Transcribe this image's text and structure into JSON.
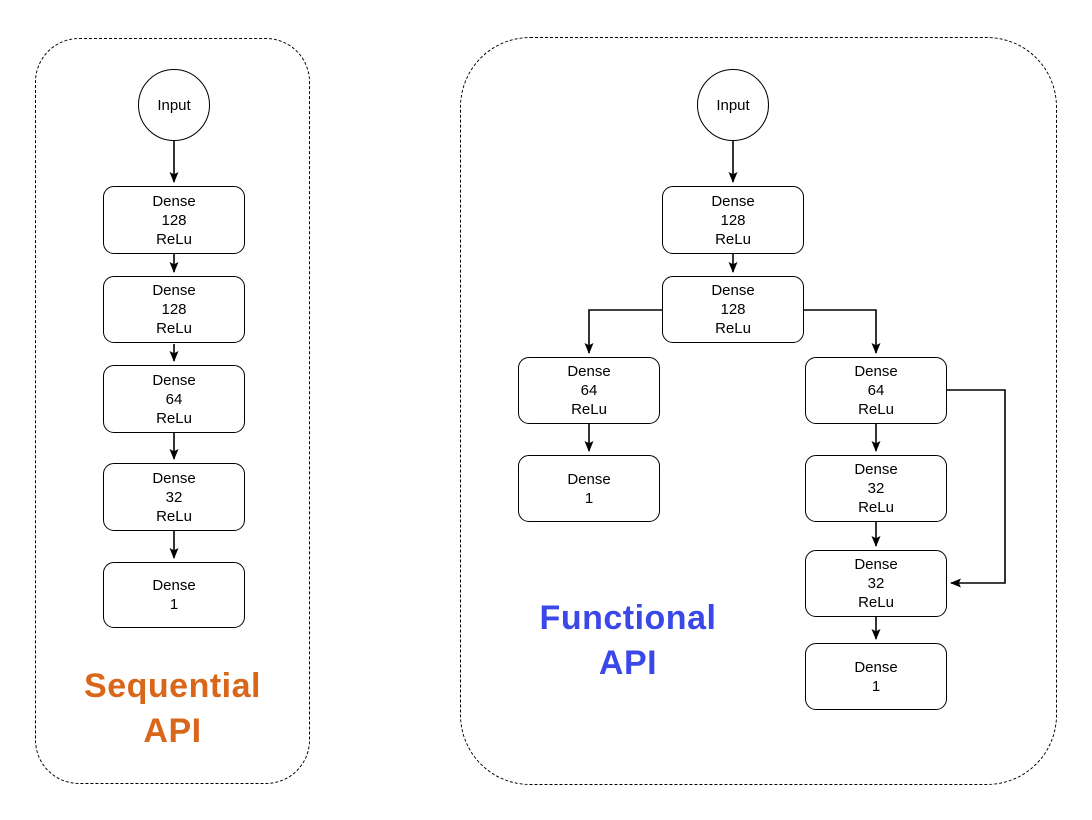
{
  "colors": {
    "line": "#000000",
    "node_border": "#000000",
    "node_background": "#ffffff",
    "sequential_title": "#D9671B",
    "functional_title": "#3B48E8"
  },
  "sequential": {
    "title_line1": "Sequential",
    "title_line2": "API",
    "title_color": "#D9671B",
    "nodes": {
      "input": "Input",
      "dense_128_a": [
        "Dense",
        "128",
        "ReLu"
      ],
      "dense_128_b": [
        "Dense",
        "128",
        "ReLu"
      ],
      "dense_64": [
        "Dense",
        "64",
        "ReLu"
      ],
      "dense_32": [
        "Dense",
        "32",
        "ReLu"
      ],
      "dense_1": [
        "Dense",
        "1"
      ]
    },
    "edges": [
      {
        "from": "input",
        "to": "dense_128_a"
      },
      {
        "from": "dense_128_a",
        "to": "dense_128_b"
      },
      {
        "from": "dense_128_b",
        "to": "dense_64"
      },
      {
        "from": "dense_64",
        "to": "dense_32"
      },
      {
        "from": "dense_32",
        "to": "dense_1"
      }
    ]
  },
  "functional": {
    "title_line1": "Functional",
    "title_line2": "API",
    "title_color": "#3B48E8",
    "nodes": {
      "input": "Input",
      "dense_128_a": [
        "Dense",
        "128",
        "ReLu"
      ],
      "dense_128_b": [
        "Dense",
        "128",
        "ReLu"
      ],
      "left_dense_64": [
        "Dense",
        "64",
        "ReLu"
      ],
      "left_dense_1": [
        "Dense",
        "1"
      ],
      "right_dense_64": [
        "Dense",
        "64",
        "ReLu"
      ],
      "right_dense_32_a": [
        "Dense",
        "32",
        "ReLu"
      ],
      "right_dense_32_b": [
        "Dense",
        "32",
        "ReLu"
      ],
      "right_dense_1": [
        "Dense",
        "1"
      ]
    },
    "edges": [
      {
        "from": "input",
        "to": "dense_128_a"
      },
      {
        "from": "dense_128_a",
        "to": "dense_128_b"
      },
      {
        "from": "dense_128_b",
        "to": "left_dense_64"
      },
      {
        "from": "dense_128_b",
        "to": "right_dense_64"
      },
      {
        "from": "left_dense_64",
        "to": "left_dense_1"
      },
      {
        "from": "right_dense_64",
        "to": "right_dense_32_a"
      },
      {
        "from": "right_dense_32_a",
        "to": "right_dense_32_b"
      },
      {
        "from": "right_dense_64",
        "to": "right_dense_32_b",
        "type": "skip-connection"
      },
      {
        "from": "right_dense_32_b",
        "to": "right_dense_1"
      }
    ]
  }
}
